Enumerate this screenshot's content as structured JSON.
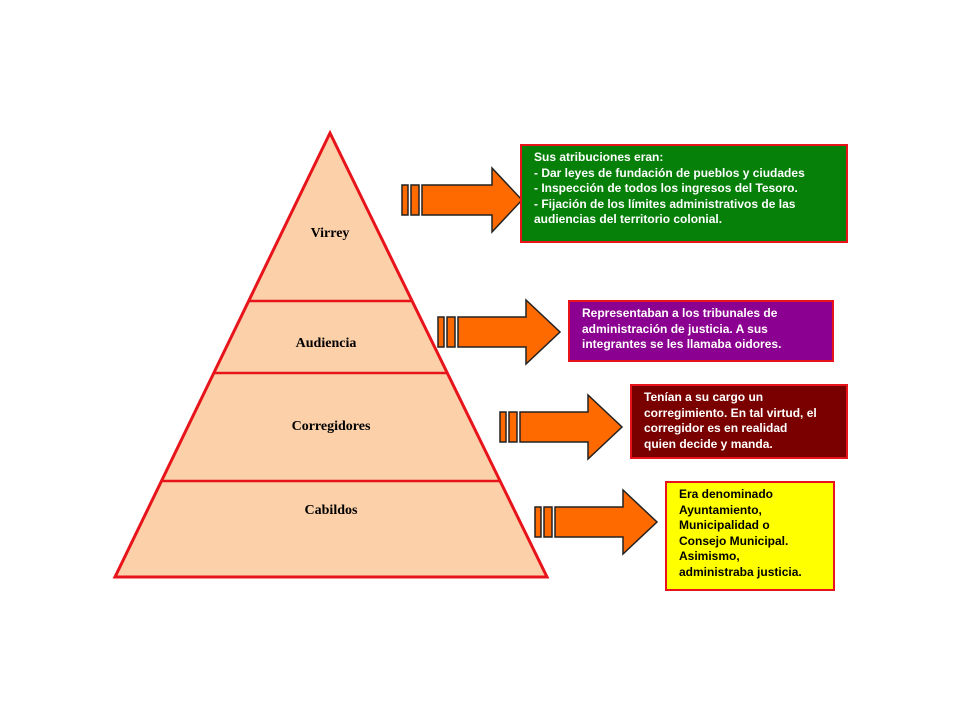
{
  "levels": [
    {
      "id": "virrey",
      "label": "Virrey",
      "description": "Sus atribuciones eran:\n- Dar leyes de fundación de pueblos y ciudades\n- Inspección de todos los ingresos del Tesoro.\n- Fijación de los límites administrativos de las\naudiencias del territorio colonial.",
      "box_color": "#07800a",
      "text_color": "#ffffff"
    },
    {
      "id": "audiencia",
      "label": "Audiencia",
      "description": "Representaban a los tribunales de\nadministración de justicia. A sus\nintegrantes se les llamaba oidores.",
      "box_color": "#8c0091",
      "text_color": "#ffffff"
    },
    {
      "id": "corregidores",
      "label": "Corregidores",
      "description": "Tenían a su cargo un\ncorregimiento. En tal virtud, el\ncorregidor es en realidad\nquien decide y manda.",
      "box_color": "#7a0000",
      "text_color": "#ffffff"
    },
    {
      "id": "cabildos",
      "label": "Cabildos",
      "description": "Era denominado\nAyuntamiento,\nMunicipalidad o\nConsejo Municipal.\nAsimismo,\nadministraba justicia.",
      "box_color": "#ffff00",
      "text_color": "#000000"
    }
  ],
  "colors": {
    "pyramid_fill": "#fcd0a8",
    "pyramid_stroke": "#e8141b",
    "arrow_fill": "#ff6a00",
    "arrow_stroke": "#222222",
    "box_border": "#e8141b"
  }
}
